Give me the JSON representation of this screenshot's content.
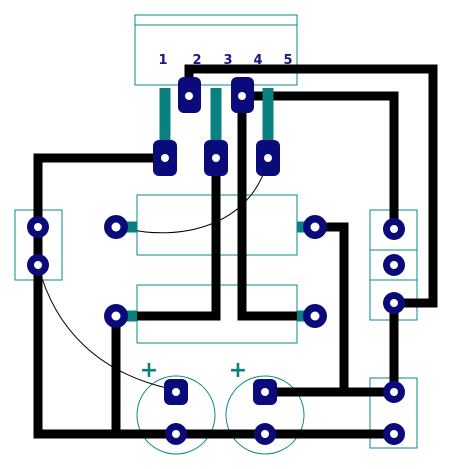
{
  "board": {
    "colors": {
      "background": "#ffffff",
      "outline": "#0b8a8a",
      "trace_bottom": "#000000",
      "trace_top": "#0b8080",
      "pad": "#0a0a7a",
      "pad_hole": "#ffffff",
      "pin_label": "#1a1a80",
      "wire": "#000000"
    },
    "connector": {
      "pin_labels": [
        "1",
        "2",
        "3",
        "4",
        "5"
      ]
    },
    "capacitors": {
      "polarity_marks": [
        "+",
        "+"
      ]
    }
  }
}
